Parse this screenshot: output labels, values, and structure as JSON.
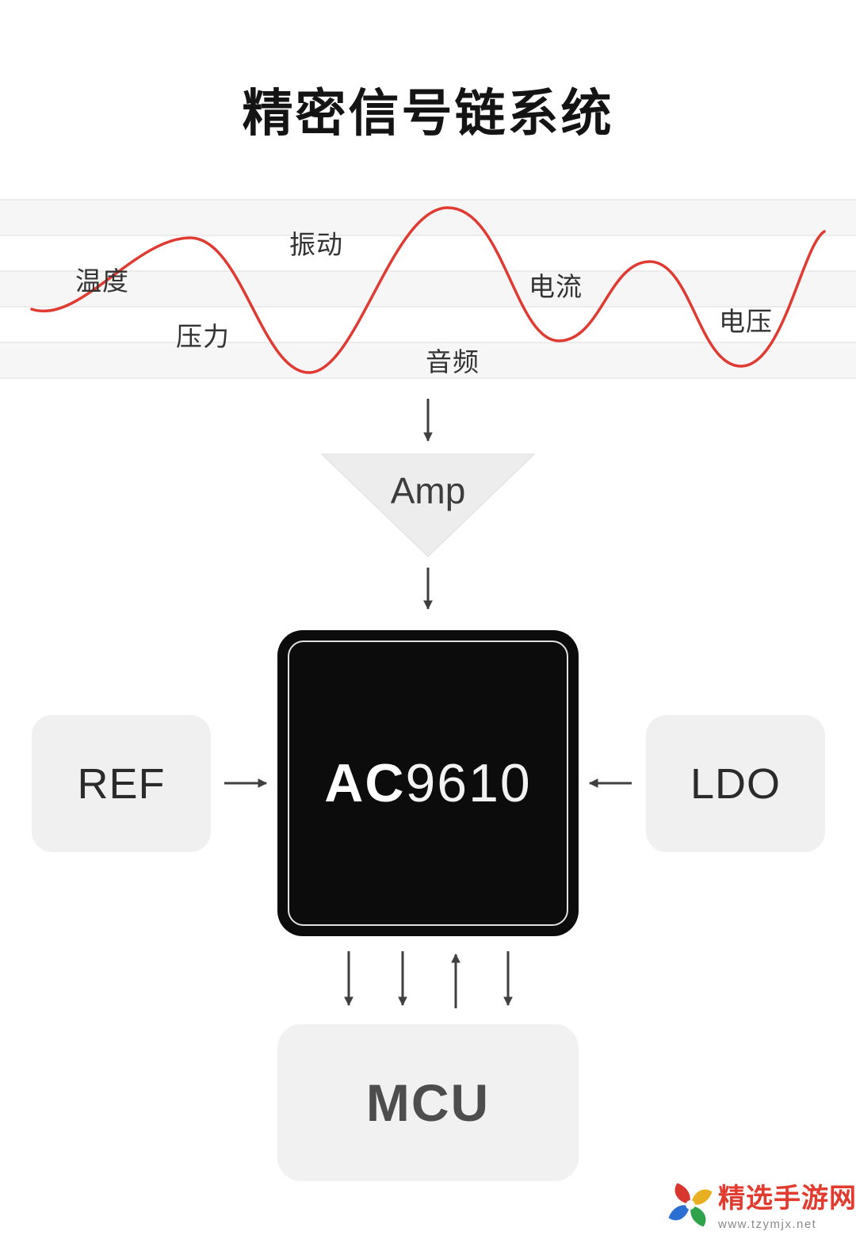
{
  "title": "精密信号链系统",
  "wave": {
    "stroke_color": "#df3b33",
    "labels": [
      {
        "id": "temperature",
        "text": "温度"
      },
      {
        "id": "vibration",
        "text": "振动"
      },
      {
        "id": "pressure",
        "text": "压力"
      },
      {
        "id": "audio",
        "text": "音频"
      },
      {
        "id": "current",
        "text": "电流"
      },
      {
        "id": "voltage",
        "text": "电压"
      }
    ]
  },
  "amplifier": {
    "label": "Amp"
  },
  "chip": {
    "label_prefix": "AC",
    "label_suffix": "9610"
  },
  "ref_block": {
    "label": "REF"
  },
  "ldo_block": {
    "label": "LDO"
  },
  "mcu_block": {
    "label": "MCU"
  },
  "watermark": {
    "site_name": "精选手游网",
    "site_url": "www.tzymjx.net",
    "brand_color": "#e23a2e"
  },
  "colors": {
    "chip_bg": "#0c0c0c",
    "block_bg": "#f0f0f0",
    "arrow": "#3f3f3f",
    "gridline": "#e7e7e7"
  }
}
